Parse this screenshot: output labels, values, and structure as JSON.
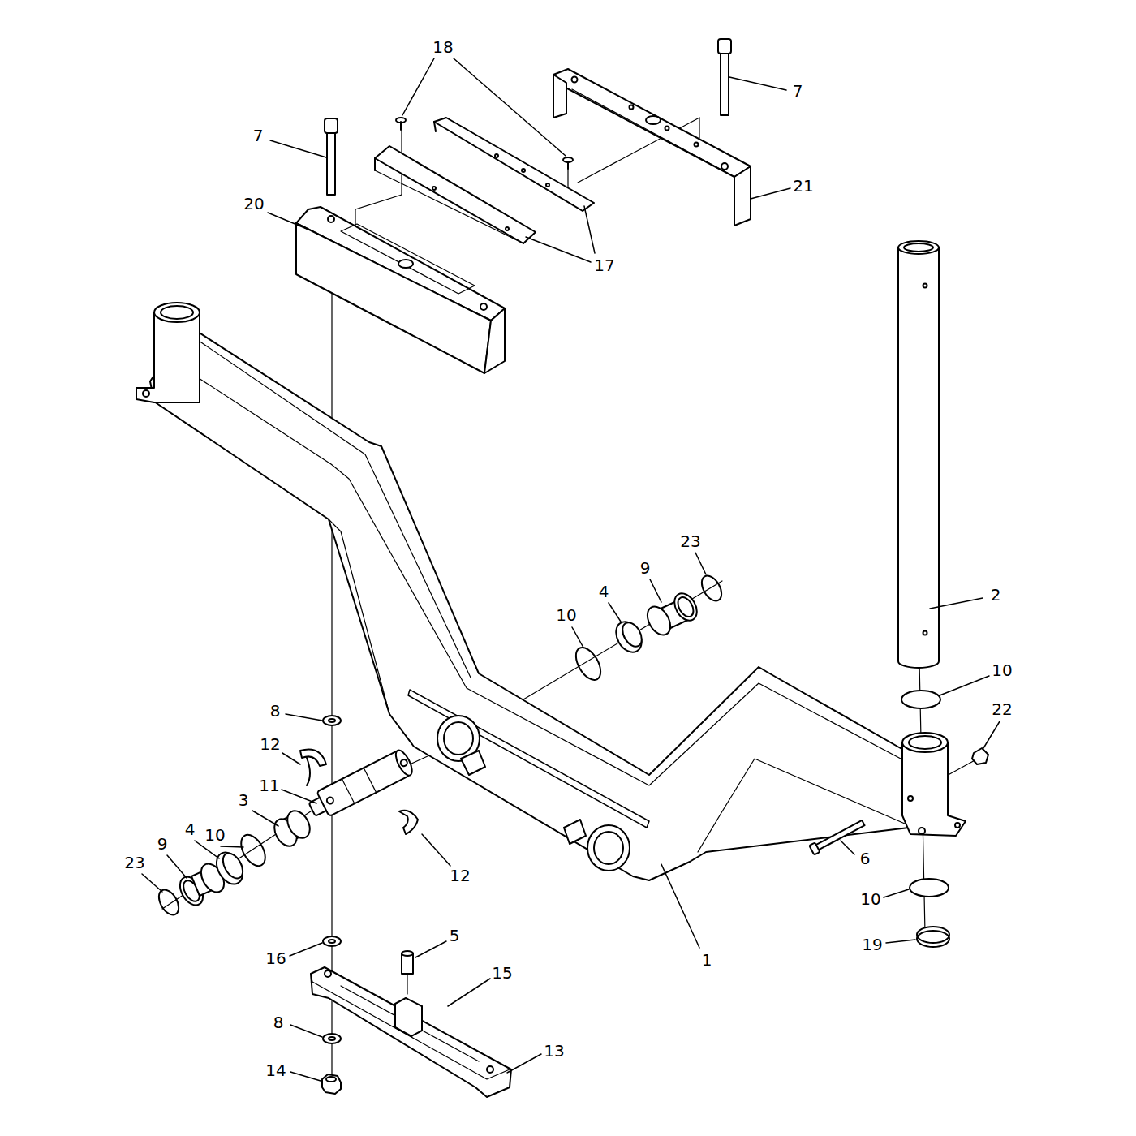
{
  "diagram": {
    "labels": [
      "18",
      "7",
      "7",
      "20",
      "21",
      "17",
      "23",
      "9",
      "4",
      "10",
      "2",
      "10",
      "22",
      "8",
      "12",
      "11",
      "3",
      "4",
      "10",
      "9",
      "23",
      "6",
      "12",
      "10",
      "1",
      "19",
      "5",
      "15",
      "16",
      "8",
      "13",
      "14"
    ]
  }
}
